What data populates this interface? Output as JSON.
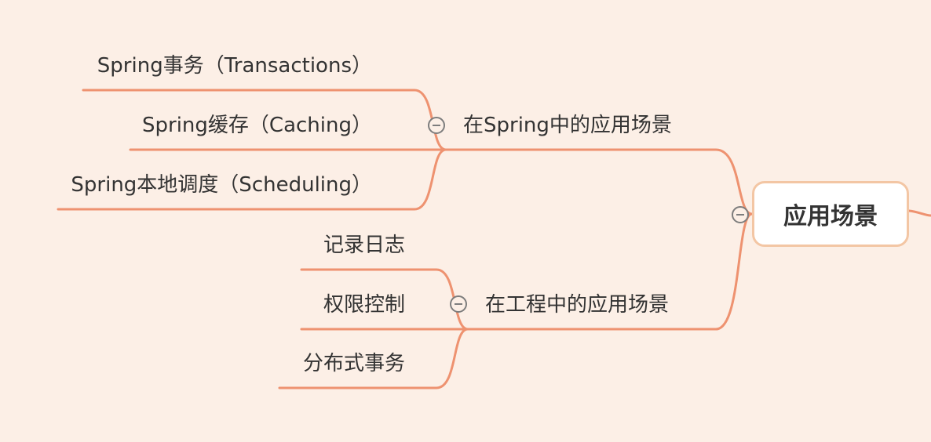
{
  "root": {
    "label": "应用场景"
  },
  "branches": [
    {
      "label": "在Spring中的应用场景",
      "children": [
        "Spring事务（Transactions）",
        "Spring缓存（Caching）",
        "Spring本地调度（Scheduling）"
      ]
    },
    {
      "label": "在工程中的应用场景",
      "children": [
        "记录日志",
        "权限控制",
        "分布式事务"
      ]
    }
  ],
  "colors": {
    "background": "#fcefe6",
    "edge": "#ee9270",
    "root_border": "#f3c6a4",
    "collapse_icon": "#7d7d7d"
  },
  "icons": {
    "collapse": "minus-circle-icon"
  }
}
